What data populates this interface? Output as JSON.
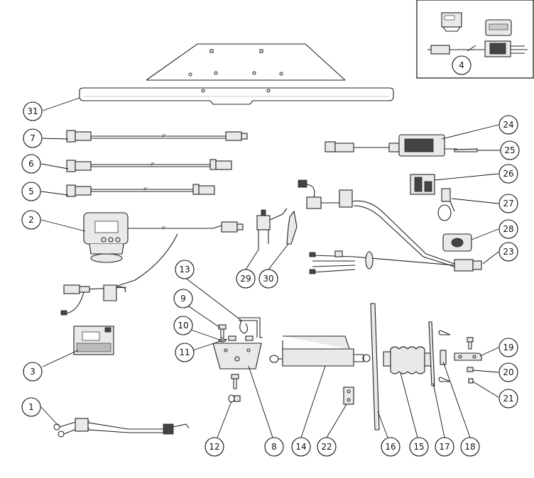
{
  "figure": {
    "callouts": [
      "1",
      "2",
      "3",
      "4",
      "5",
      "6",
      "7",
      "8",
      "9",
      "10",
      "11",
      "12",
      "13",
      "14",
      "15",
      "16",
      "17",
      "18",
      "19",
      "20",
      "21",
      "22",
      "23",
      "24",
      "25",
      "26",
      "27",
      "28",
      "29",
      "30",
      "31"
    ],
    "cable_marks": [
      "2º",
      "2º",
      "2º",
      "2º"
    ]
  }
}
